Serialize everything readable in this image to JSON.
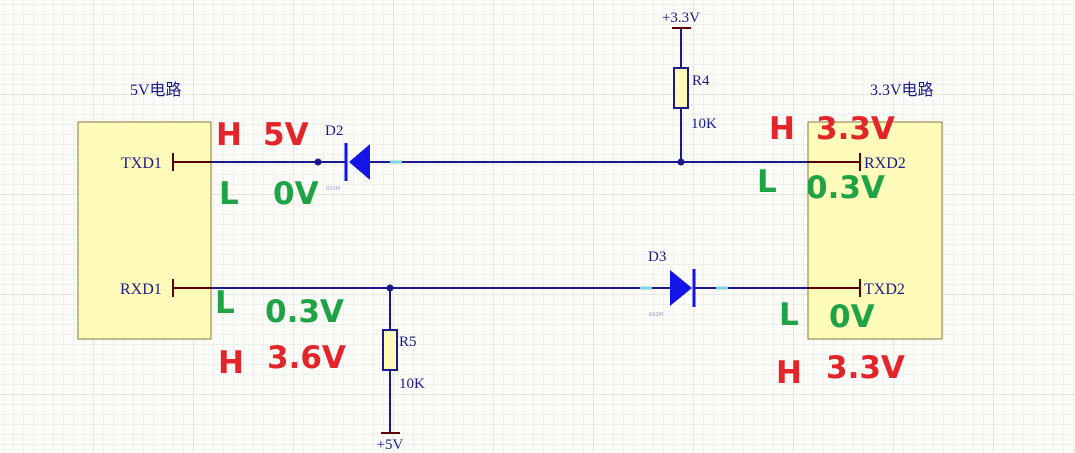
{
  "blocks": {
    "left": {
      "title": "5V电路",
      "pins": [
        "TXD1",
        "RXD1"
      ]
    },
    "right": {
      "title": "3.3V电路",
      "pins": [
        "RXD2",
        "TXD2"
      ]
    }
  },
  "components": {
    "d2": {
      "ref": "D2",
      "footprint": "RS3M"
    },
    "d3": {
      "ref": "D3",
      "footprint": "RS3M"
    },
    "r4": {
      "ref": "R4",
      "value": "10K"
    },
    "r5": {
      "ref": "R5",
      "value": "10K"
    }
  },
  "power": {
    "top": "+3.3V",
    "bottom": "+5V"
  },
  "annotations": {
    "tx1_high": {
      "level": "H",
      "voltage": "5V"
    },
    "tx1_low": {
      "level": "L",
      "voltage": "0V"
    },
    "rx2_high": {
      "level": "H",
      "voltage": "3.3V"
    },
    "rx2_low": {
      "level": "L",
      "voltage": "0.3V"
    },
    "rx1_low": {
      "level": "L",
      "voltage": "0.3V"
    },
    "rx1_high": {
      "level": "H",
      "voltage": "3.6V"
    },
    "tx2_low": {
      "level": "L",
      "voltage": "0V"
    },
    "tx2_high": {
      "level": "H",
      "voltage": "3.3V"
    }
  },
  "colors": {
    "wire": "#1a1a8c",
    "diode": "#1414e6",
    "high_label": "#e3242b",
    "low_label": "#1fa347",
    "block_fill": "#fffbb8"
  }
}
